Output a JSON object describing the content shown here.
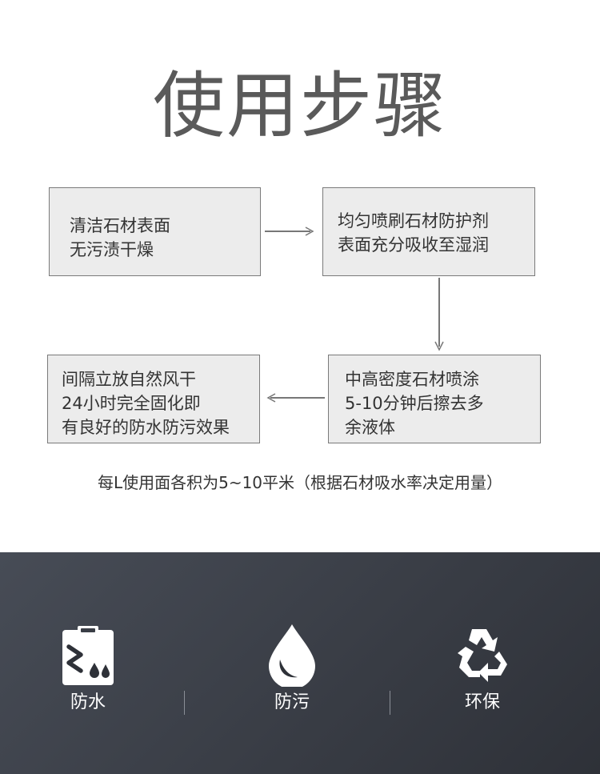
{
  "title": "使用步骤",
  "steps": [
    {
      "lines": [
        "清洁石材表面",
        "无污渍干燥"
      ]
    },
    {
      "lines": [
        "均匀喷刷石材防护剂",
        "表面充分吸收至湿润"
      ]
    },
    {
      "lines": [
        "中高密度石材喷涂",
        "5-10分钟后擦去多",
        "余液体"
      ]
    },
    {
      "lines": [
        "间隔立放自然风干",
        "24小时完全固化即",
        "有良好的防水防污效果"
      ]
    }
  ],
  "note": "每L使用面各积为5~10平米（根据石材吸水率决定用量）",
  "features": [
    {
      "label": "防水",
      "icon": "waterproof-icon"
    },
    {
      "label": "防污",
      "icon": "water-drop-icon"
    },
    {
      "label": "环保",
      "icon": "recycle-icon"
    }
  ],
  "colors": {
    "title": "#5a5a5a",
    "box_fill": "#ececec",
    "box_border": "#7a7a7a",
    "panel_dark": "#2e3138",
    "panel_light": "#474c56"
  }
}
